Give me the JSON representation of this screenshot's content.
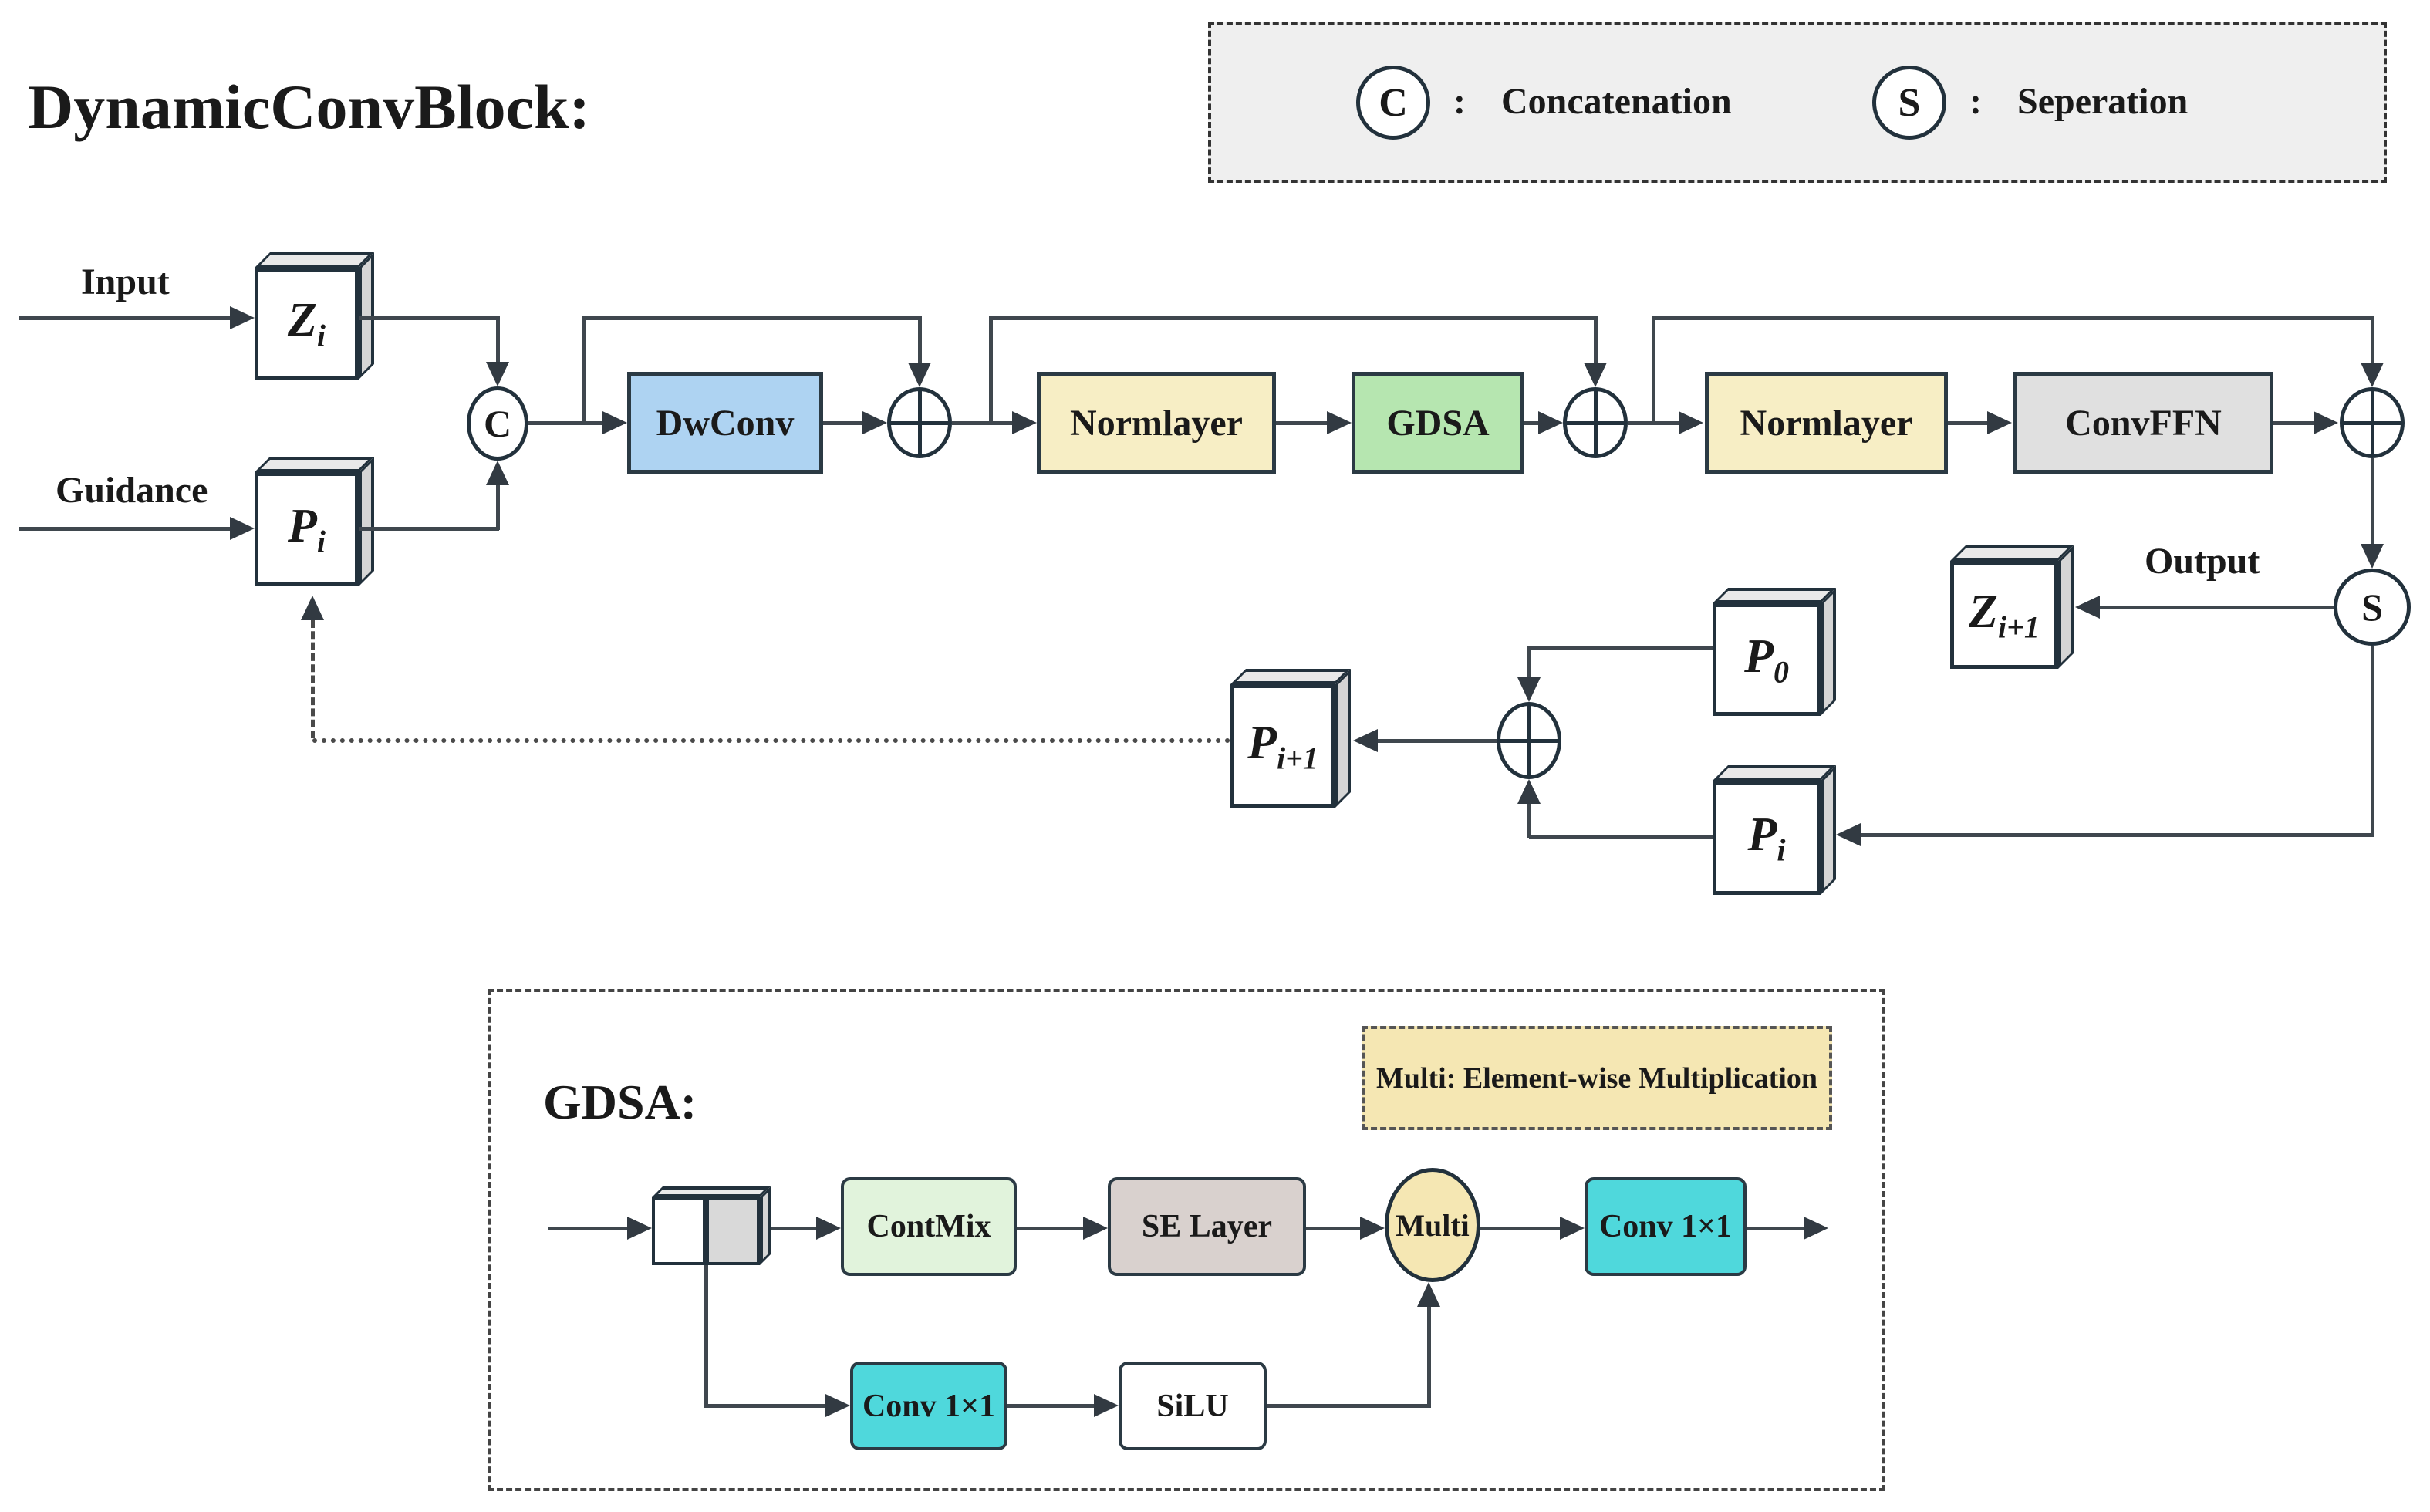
{
  "title": "DynamicConvBlock:",
  "legend": {
    "concat_symbol": "C",
    "concat_colon": ":",
    "concat_label": "Concatenation",
    "sep_symbol": "S",
    "sep_colon": ":",
    "sep_label": "Seperation"
  },
  "labels": {
    "input": "Input",
    "guidance": "Guidance",
    "output": "Output"
  },
  "tensors": {
    "z_i": {
      "base": "Z",
      "sub": "i"
    },
    "p_i_in": {
      "base": "P",
      "sub": "i"
    },
    "z_i1": {
      "base": "Z",
      "sub": "i+1"
    },
    "p_0": {
      "base": "P",
      "sub": "0"
    },
    "p_i_fb": {
      "base": "P",
      "sub": "i"
    },
    "p_i1": {
      "base": "P",
      "sub": "i+1"
    }
  },
  "operators": {
    "concat": "C",
    "separate": "S"
  },
  "main_blocks": {
    "dwconv": "DwConv",
    "normlayer1": "Normlayer",
    "gdsa": "GDSA",
    "normlayer2": "Normlayer",
    "convffn": "ConvFFN"
  },
  "gdsa_section": {
    "title": "GDSA:",
    "note": "Multi: Element-wise Multiplication",
    "contmix": "ContMix",
    "se_layer": "SE Layer",
    "multi": "Multi",
    "conv1x1_top": "Conv 1×1",
    "conv1x1_bottom": "Conv 1×1",
    "silu": "SiLU"
  },
  "colors": {
    "dwconv_fill": "#aed3f2",
    "normlayer_fill": "#f7eec5",
    "gdsa_fill": "#b6e6b0",
    "convffn_fill": "#e0e0e0",
    "contmix_fill": "#e1f3dc",
    "se_layer_fill": "#d9d1ce",
    "conv1x1_fill": "#4fd8dc",
    "silu_fill": "#ffffff",
    "multi_fill": "#f5e7b3",
    "note_fill": "#f5e7b3",
    "legend_fill": "#efefef",
    "line_color": "#3f474e",
    "border_color": "#22313c"
  }
}
